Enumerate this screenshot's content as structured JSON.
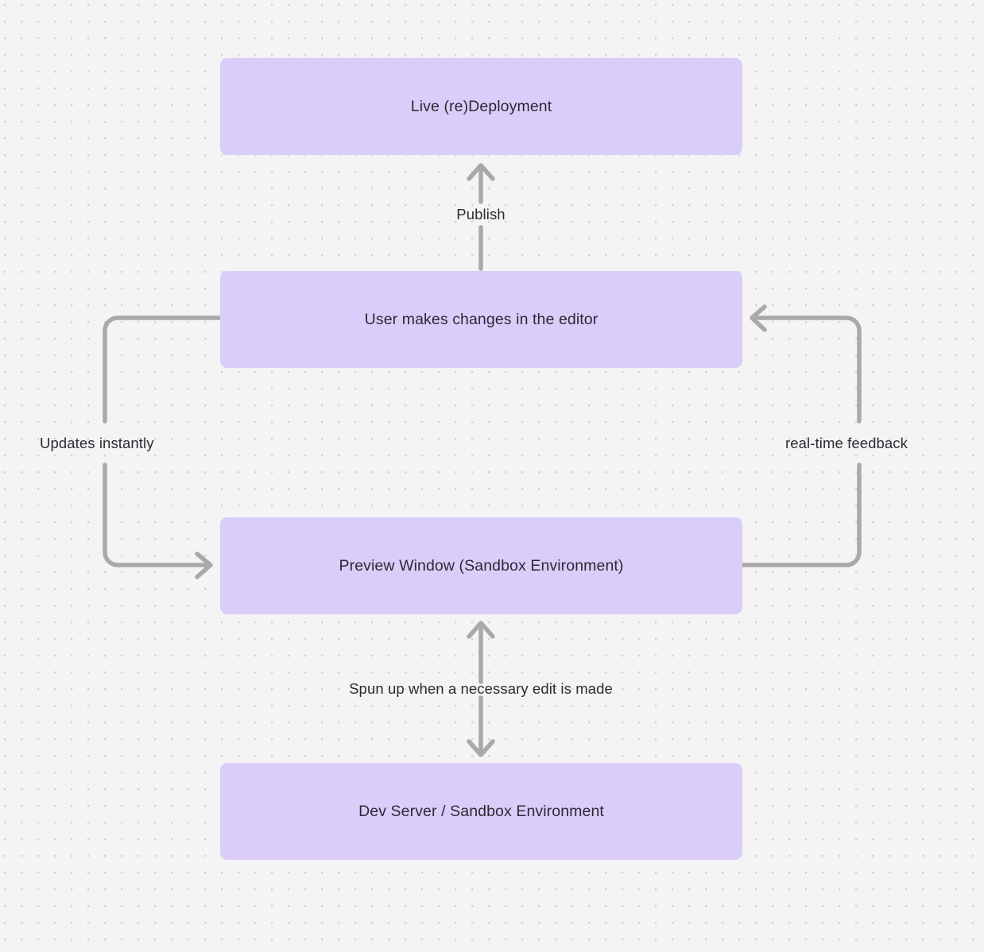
{
  "diagram": {
    "title": "Live deployment and preview sandbox flow",
    "background_color": "#f4f4f4",
    "dot_color": "#d2d2d4",
    "node_fill": "#dacdfa",
    "node_text_color": "#2b2a33",
    "edge_color": "#a9a9a9",
    "nodes": [
      {
        "id": "live-deployment",
        "label": "Live (re)Deployment"
      },
      {
        "id": "user-edits",
        "label": "User makes changes in the editor"
      },
      {
        "id": "preview-window",
        "label": "Preview Window (Sandbox Environment)"
      },
      {
        "id": "dev-server",
        "label": "Dev Server / Sandbox Environment"
      }
    ],
    "edges": [
      {
        "id": "publish",
        "label": "Publish",
        "from": "user-edits",
        "to": "live-deployment",
        "direction": "up"
      },
      {
        "id": "updates-instantly",
        "label": "Updates instantly",
        "from": "user-edits",
        "to": "preview-window",
        "direction": "down-left-loop"
      },
      {
        "id": "real-time-feedback",
        "label": "real-time feedback",
        "from": "preview-window",
        "to": "user-edits",
        "direction": "up-right-loop"
      },
      {
        "id": "spun-up",
        "label": "Spun up when a necessary edit is made",
        "from": "preview-window",
        "to": "dev-server",
        "direction": "bidirectional"
      }
    ]
  }
}
